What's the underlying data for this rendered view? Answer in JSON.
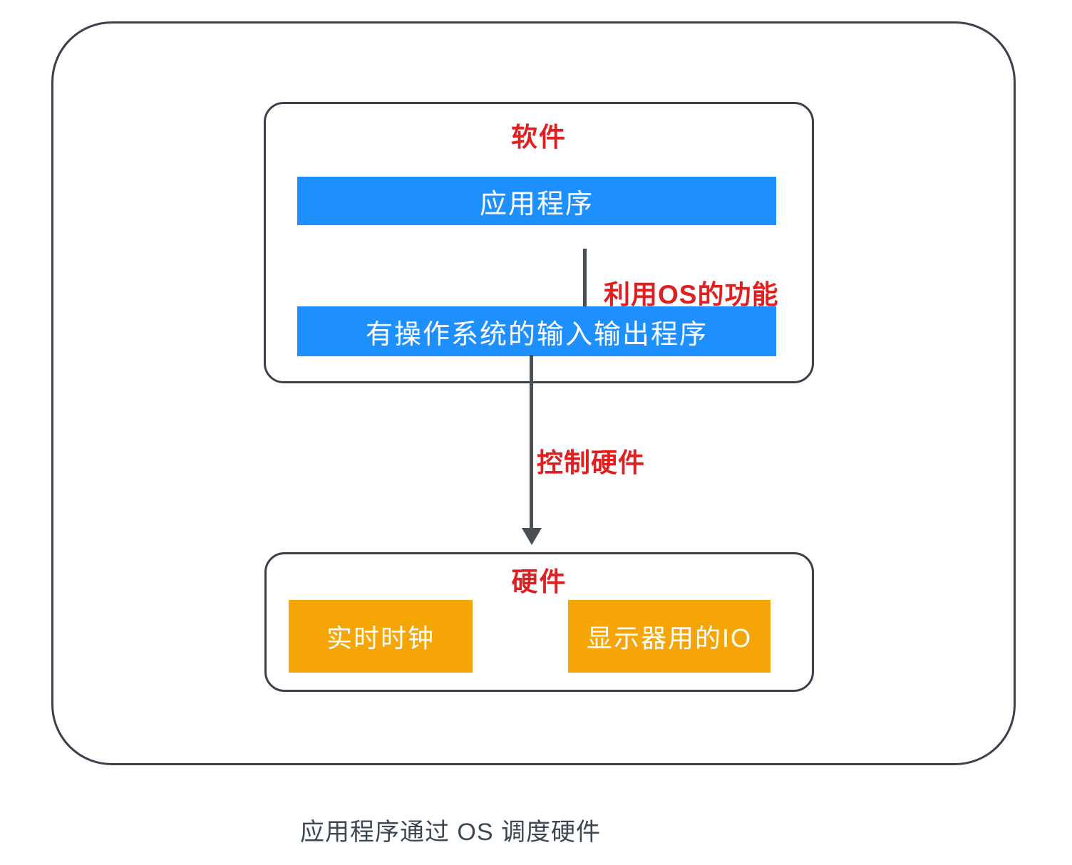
{
  "diagram": {
    "software": {
      "title": "软件",
      "application_box": {
        "label": "应用程序"
      },
      "os_arrow": {
        "label": "利用OS的功能"
      },
      "os_io_box": {
        "label": "有操作系统的输入输出程序"
      }
    },
    "control_arrow": {
      "label": "控制硬件"
    },
    "hardware": {
      "title": "硬件",
      "rtc_box": {
        "label": "实时时钟"
      },
      "display_io_box": {
        "label": "显示器用的IO"
      }
    },
    "caption": "应用程序通过 OS 调度硬件"
  },
  "colors": {
    "blue": "#1E8FFF",
    "orange": "#F5A606",
    "red": "#E02020",
    "border": "#3A414B",
    "arrow": "#4A4F56",
    "caption": "#3D4752",
    "bg": "#FFFFFF"
  }
}
